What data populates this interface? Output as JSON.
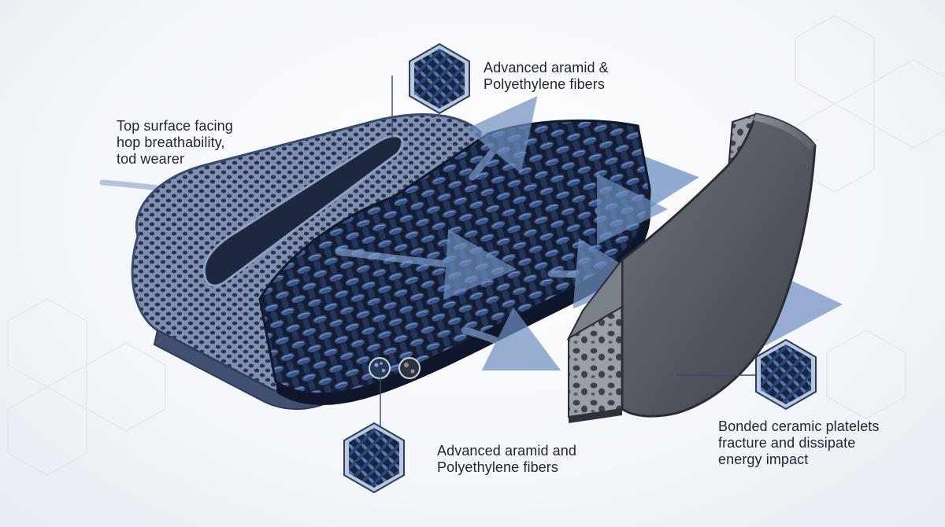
{
  "labels": {
    "top_surface": [
      "Top surface facing",
      "hop breathability,",
      "tod wearer"
    ],
    "fibers_top": [
      "Advanced aramid &",
      "Polyethylene fibers"
    ],
    "fibers_bottom": [
      "Advanced aramid and",
      "Polyethylene fibers"
    ],
    "ceramic": [
      "Bonded ceramic platelets",
      "fracture and dissipate",
      "energy impact"
    ]
  },
  "icons": [
    "hexagon-weave-icon",
    "hexagon-weave-icon",
    "hexagon-weave-icon",
    "material-sample-icon"
  ],
  "colors": {
    "background": "#eef2f7",
    "weave_dark": "#1e2a44",
    "weave_light": "#4a6fa8",
    "mesh_blue": "#5b6f93",
    "ceramic_gray": "#5a5f66",
    "flow_arrow": "#6f8fc0",
    "hexagon_bg": "#b9c8dd"
  }
}
